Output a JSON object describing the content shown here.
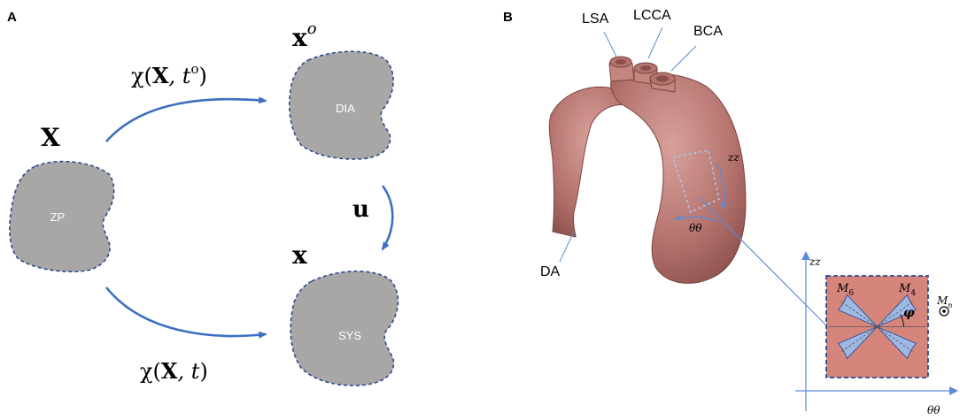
{
  "panel_a": {
    "label": "A",
    "ref_symbol": "X",
    "ref_shape_label": "ZP",
    "dia_symbol_base": "x",
    "dia_symbol_sup": "o",
    "dia_shape_label": "DIA",
    "sys_symbol": "x",
    "sys_shape_label": "SYS",
    "u_label": "u",
    "map_top": {
      "prefix": "χ(",
      "bold": "X",
      "middle": ", t",
      "sup": "o",
      "suffix": ")"
    },
    "map_bottom": {
      "prefix": "χ(",
      "bold": "X",
      "middle": ", t",
      "suffix": ")"
    }
  },
  "panel_b": {
    "label": "B",
    "vessels": {
      "lsa": "LSA",
      "lcca": "LCCA",
      "bca": "BCA",
      "da": "DA"
    },
    "direction_zz": "zz",
    "direction_tt": "θθ",
    "inset": {
      "axis_zz": "zz",
      "axis_tt": "θθ",
      "m6_base": "M",
      "m6_sub": "6",
      "m4_base": "M",
      "m4_sub": "4",
      "mn_base": "M",
      "mn_sub": "n",
      "angle_label": "φ"
    }
  },
  "colors": {
    "shape_fill": "#a9a7a6",
    "dashed_outline": "#2c4a8c",
    "arrow_blue": "#3d6fc1",
    "aorta_fill": "#b97873",
    "inset_fill": "#d6857c",
    "fiber_fill": "#9db8e3"
  }
}
